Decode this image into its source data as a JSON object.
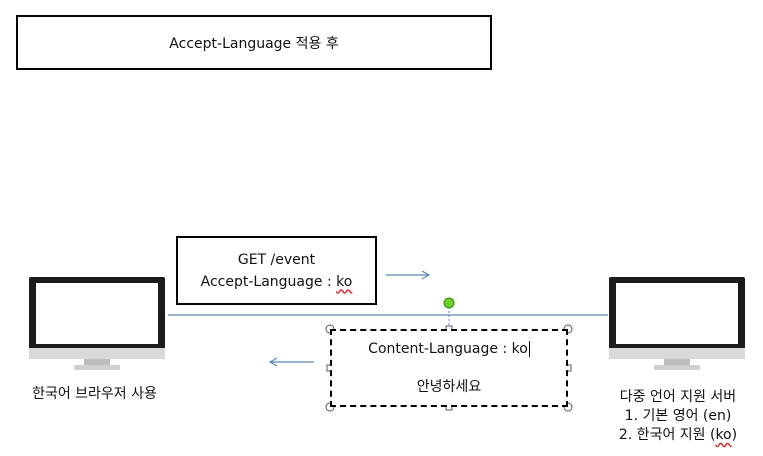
{
  "header": {
    "title": "Accept-Language 적용 후"
  },
  "request": {
    "line1": "GET /event",
    "line2_prefix": "Accept-Language : ",
    "line2_value": "ko"
  },
  "response": {
    "line1_prefix": "Content-Language : ",
    "line1_value": "ko",
    "line2": "안녕하세요"
  },
  "client": {
    "label": "한국어 브라우저 사용"
  },
  "server": {
    "title": "다중 언어 지원 서버",
    "item1": "1.  기본 영어 (en)",
    "item2_prefix": "2.  한국어 지원 (",
    "item2_value": "ko",
    "item2_suffix": ")"
  },
  "colors": {
    "arrow": "#5b84b8",
    "connector": "#5b84b8",
    "handle_green": "#6ccf2a"
  }
}
